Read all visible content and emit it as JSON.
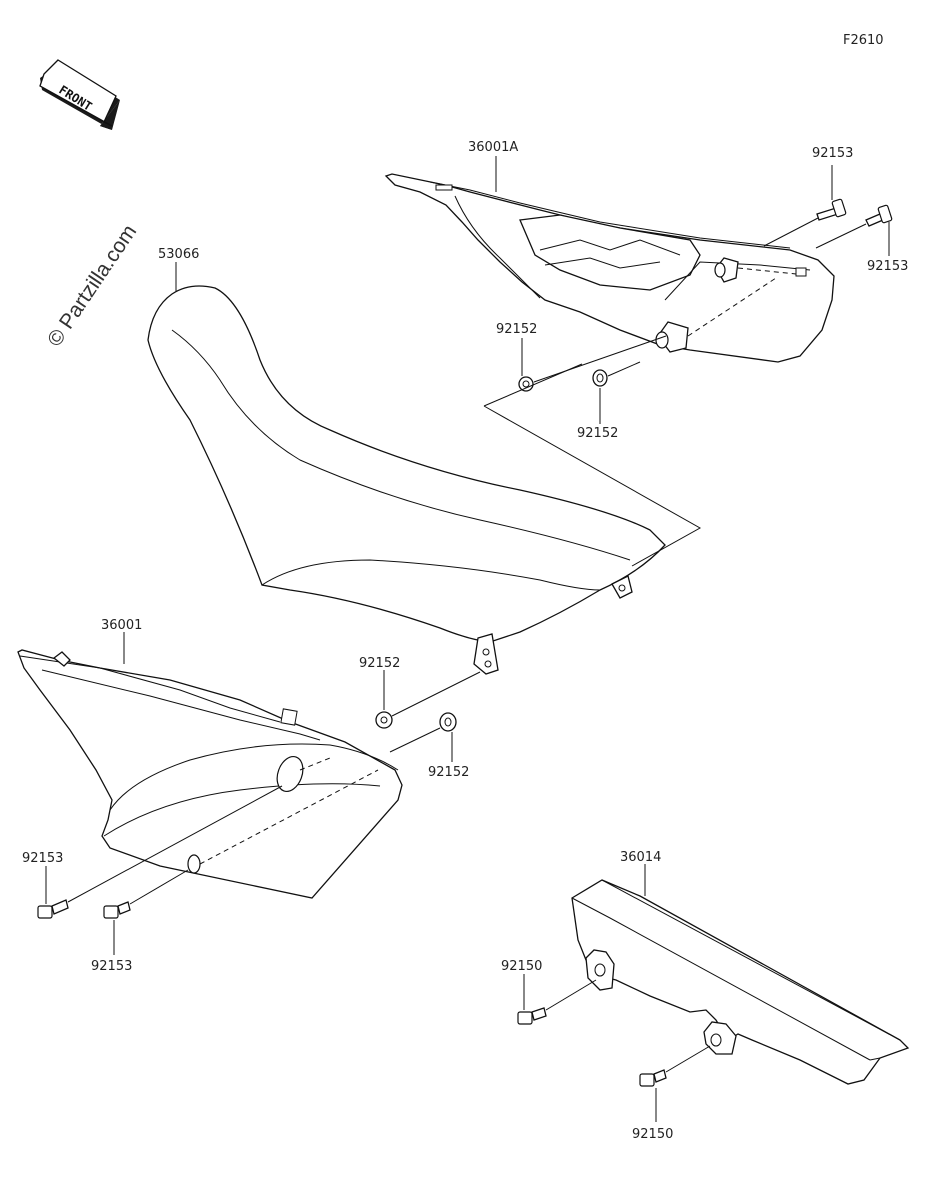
{
  "figure_code": "F2610",
  "front_indicator": {
    "label": "FRONT",
    "icon": "front-arrow-icon"
  },
  "watermark": "© Partzilla.com",
  "callouts": {
    "seat": "53066",
    "right_side_cover": "36001A",
    "left_side_cover": "36001",
    "chain_guard": "36014",
    "bolt_rc_a": "92153",
    "bolt_rc_b": "92153",
    "collar_rc_a": "92152",
    "collar_rc_b": "92152",
    "collar_lc_a": "92152",
    "collar_lc_b": "92152",
    "bolt_lc_a": "92153",
    "bolt_lc_b": "92153",
    "bolt_cg_a": "92150",
    "bolt_cg_b": "92150"
  }
}
